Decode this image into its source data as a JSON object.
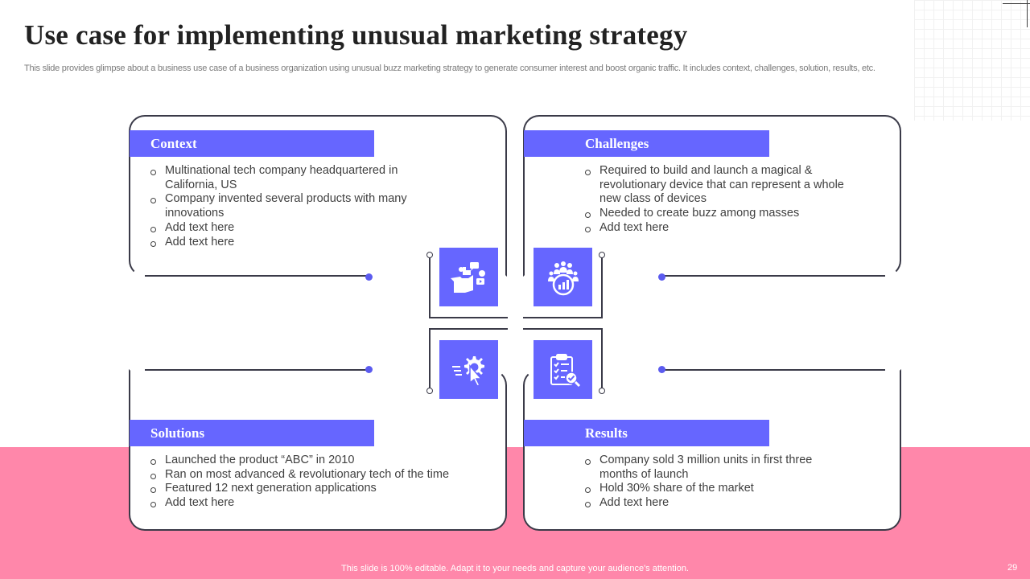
{
  "slide": {
    "title": "Use case for implementing unusual marketing strategy",
    "subtitle": "This slide provides glimpse about a business use case of a business organization using unusual buzz marketing strategy to  generate consumer interest and boost organic traffic. It includes context, challenges, solution, results, etc.",
    "footer": "This slide is 100% editable. Adapt it to your needs and capture your audience's attention.",
    "page_number": "29"
  },
  "sections": {
    "context": {
      "title": "Context",
      "items": [
        "Multinational tech company headquartered in California, US",
        "Company invented several products with many innovations",
        "Add text here",
        "Add text here"
      ],
      "icon": "marketing-channels-icon"
    },
    "challenges": {
      "title": "Challenges",
      "items": [
        "Required to build and launch a magical & revolutionary device that can represent a whole new class of devices",
        "Needed to create buzz among masses",
        "Add text here"
      ],
      "icon": "audience-growth-icon"
    },
    "solutions": {
      "title": "Solutions",
      "items": [
        "Launched the product “ABC” in 2010",
        "Ran on most advanced & revolutionary tech of the time",
        "Featured 12 next generation applications",
        "Add text here"
      ],
      "icon": "gear-cursor-icon"
    },
    "results": {
      "title": "Results",
      "items": [
        "Company sold 3 million units in first three months of launch",
        "Hold 30% share of the market",
        "Add text here"
      ],
      "icon": "clipboard-check-icon"
    }
  },
  "colors": {
    "accent": "#6666ff",
    "pink_band": "#ff87aa",
    "outline": "#3a3a48"
  }
}
